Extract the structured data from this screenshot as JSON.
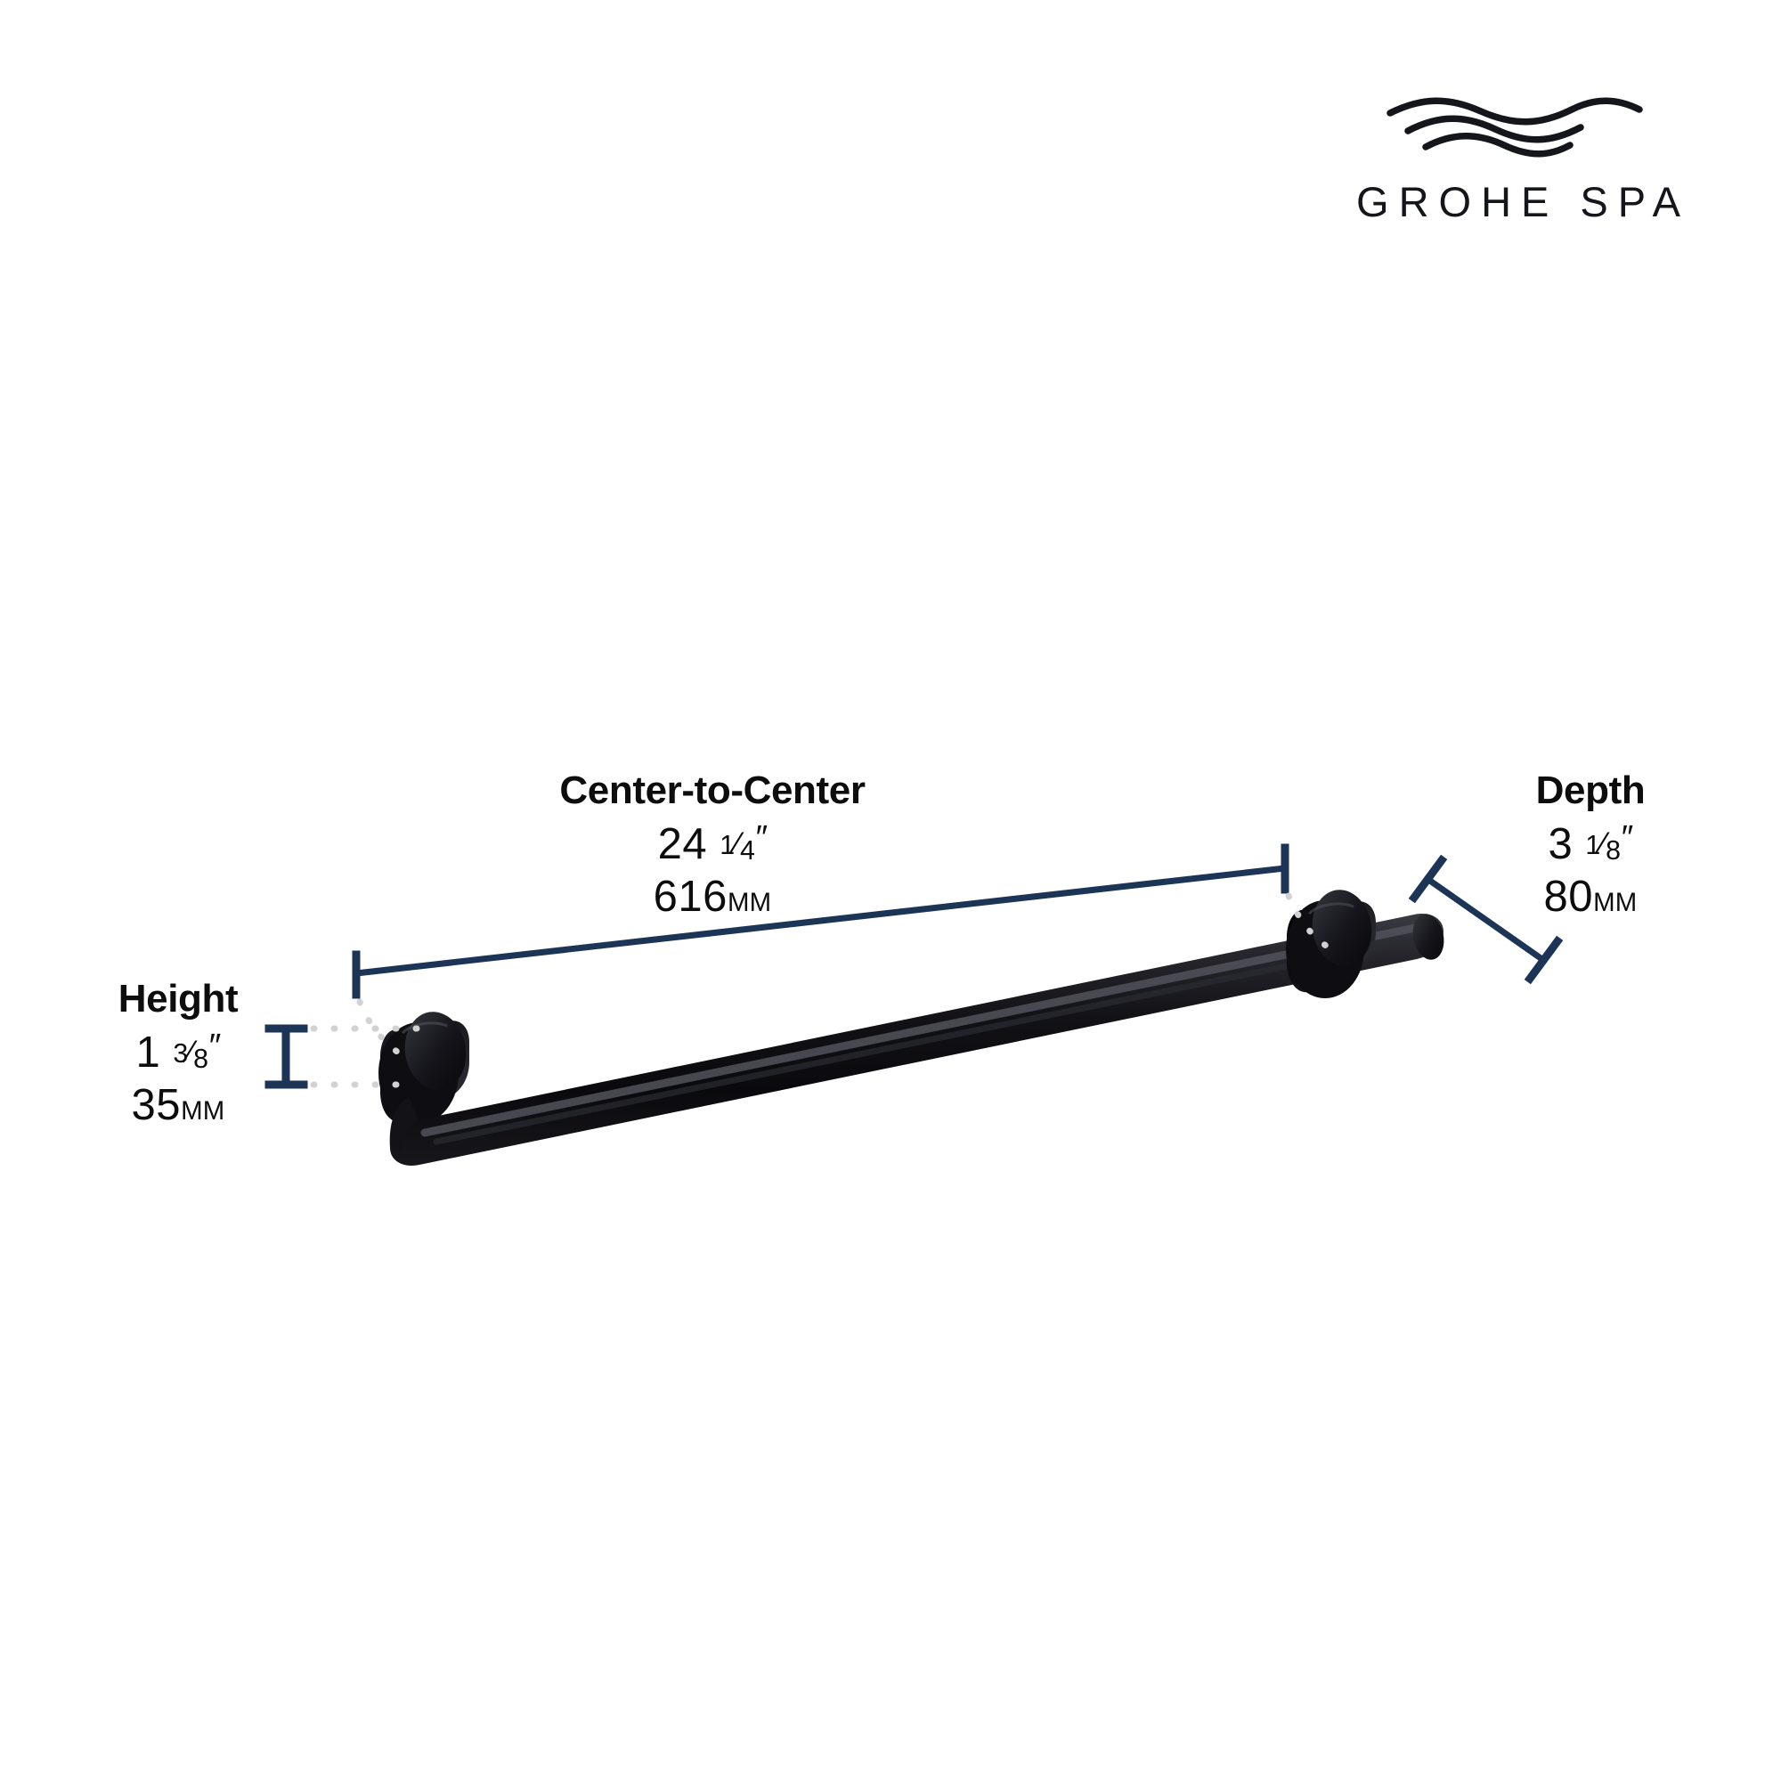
{
  "brand": {
    "wordmark": "GROHE SPA",
    "waves_icon": "wave-lines-icon",
    "wave_count": 3
  },
  "product": {
    "name": "towel-bar",
    "finish_color": "#101014",
    "description": "Matte black wall-mounted towel bar shown in three-quarter perspective with two cylindrical wall posts"
  },
  "colors": {
    "dimension_line": "#1b3köln",
    "dimension_navy": "#1c3557",
    "leader_dots": "#d2d2d2",
    "text": "#0d0d0d",
    "background": "#ffffff"
  },
  "callouts": [
    {
      "id": "center-to-center",
      "title": "Center-to-Center",
      "imperial_whole": "24",
      "imperial_num": "1",
      "imperial_den": "4",
      "imperial_mark": "″",
      "metric_value": "616",
      "metric_unit": "MM"
    },
    {
      "id": "depth",
      "title": "Depth",
      "imperial_whole": "3",
      "imperial_num": "1",
      "imperial_den": "8",
      "imperial_mark": "″",
      "metric_value": "80",
      "metric_unit": "MM"
    },
    {
      "id": "height",
      "title": "Height",
      "imperial_whole": "1",
      "imperial_num": "3",
      "imperial_den": "8",
      "imperial_mark": "″",
      "metric_value": "35",
      "metric_unit": "MM"
    }
  ]
}
